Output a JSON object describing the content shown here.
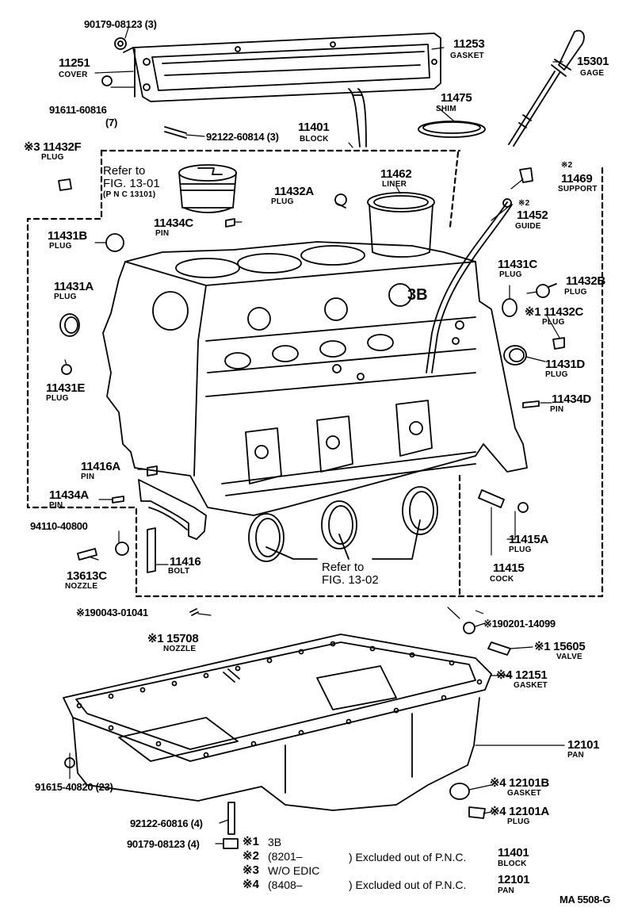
{
  "callouts": {
    "c90179_top": "90179-08123 (3)",
    "c11253": "11253",
    "c11253n": "GASKET",
    "c11251": "11251",
    "c11251n": "COVER",
    "c91611": "91611-60816",
    "c91611q": "(7)",
    "c92122_top": "92122-60814 (3)",
    "c11401": "11401",
    "c11401n": "BLOCK",
    "c15301": "15301",
    "c15301n": "GAGE",
    "c11475": "11475",
    "c11475n": "SHIM",
    "c11432f": "※3 11432F",
    "c11432fn": "PLUG",
    "c_ref1301a": "Refer to",
    "c_ref1301b": "FIG. 13-01",
    "c_ref1301c": "(P N C 13101)",
    "c11462": "11462",
    "c11462n": "LINER",
    "c11432a": "11432A",
    "c11432an": "PLUG",
    "c11469m": "※2",
    "c11469": "11469",
    "c11469n": "SUPPORT",
    "c11452m": "※2",
    "c11452": "11452",
    "c11452n": "GUIDE",
    "c11434c": "11434C",
    "c11434cn": "PIN",
    "c11431b": "11431B",
    "c11431bn": "PLUG",
    "c11431c": "11431C",
    "c11431cn": "PLUG",
    "c11432b": "11432B",
    "c11432bn": "PLUG",
    "c11431a": "11431A",
    "c11431an": "PLUG",
    "c11432c": "※1 11432C",
    "c11432cn": "PLUG",
    "c11431d": "11431D",
    "c11431dn": "PLUG",
    "c11431e": "11431E",
    "c11431en": "PLUG",
    "c11434d": "11434D",
    "c11434dn": "PIN",
    "c11416a": "11416A",
    "c11416an": "PIN",
    "c11434a": "11434A",
    "c11434an": "PIN",
    "c94110": "94110-40800",
    "c13613c": "13613C",
    "c13613cn": "NOZZLE",
    "c11416": "11416",
    "c11416n": "BOLT",
    "c11415a": "11415A",
    "c11415an": "PLUG",
    "c11415": "11415",
    "c11415n": "COCK",
    "c_ref1302a": "Refer to",
    "c_ref1302b": "FIG. 13-02",
    "c90043": "※190043-01041",
    "c90201": "※190201-14099",
    "c15708": "※1 15708",
    "c15708n": "NOZZLE",
    "c15605": "※1 15605",
    "c15605n": "VALVE",
    "c12151": "※4 12151",
    "c12151n": "GASKET",
    "c12101": "12101",
    "c12101n": "PAN",
    "c91615": "91615-40820 (23)",
    "c12101b": "※4 12101B",
    "c12101bn": "GASKET",
    "c12101a": "※4 12101A",
    "c12101an": "PLUG",
    "c92122_bot": "92122-60816 (4)",
    "c90179_bot": "90179-08123 (4)",
    "block_mark": "3B"
  },
  "legend": {
    "l1_mark": "※1",
    "l1_text": "3B",
    "l2_mark": "※2",
    "l2_text": "(8201–",
    "l3_mark": "※3",
    "l3_text": "W/O EDIC",
    "l4_mark": "※4",
    "l4_text": "(8408–",
    "excl1_text": ") Excluded out of P.N.C.",
    "excl1_num": "11401",
    "excl1_name": "BLOCK",
    "excl2_text": ") Excluded out of P.N.C.",
    "excl2_num": "12101",
    "excl2_name": "PAN"
  },
  "figure_code": "MA 5508-G",
  "colors": {
    "ink": "#000000",
    "paper": "#ffffff"
  }
}
